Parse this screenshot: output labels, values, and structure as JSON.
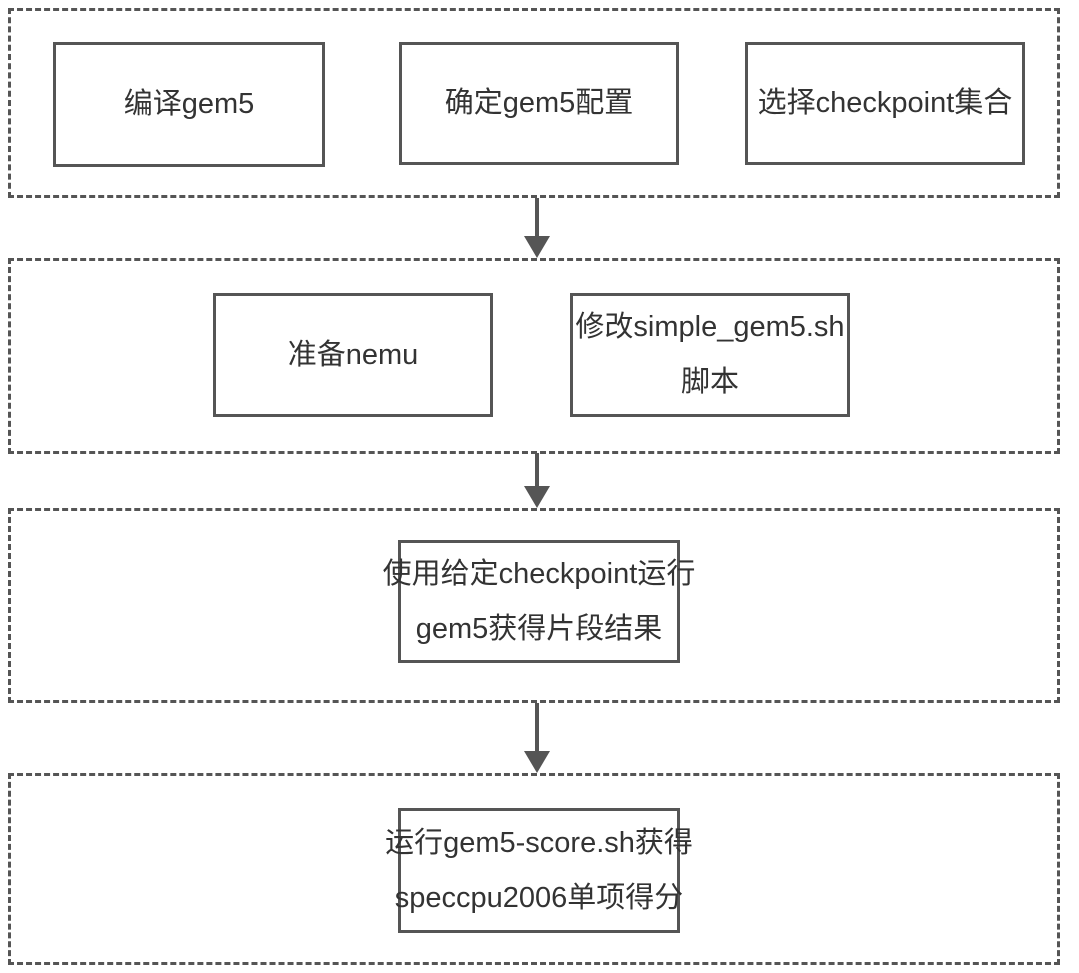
{
  "diagram": {
    "type": "flowchart",
    "background_color": "#ffffff",
    "stage_border_color": "#555555",
    "box_border_color": "#555555",
    "text_color": "#333333",
    "arrow_color": "#555555",
    "rows": [
      {
        "name": "stage-1",
        "boxes": [
          {
            "lines": [
              "编译gem5"
            ]
          },
          {
            "lines": [
              "确定gem5配置"
            ]
          },
          {
            "lines": [
              "选择checkpoint集合"
            ]
          }
        ]
      },
      {
        "name": "stage-2",
        "boxes": [
          {
            "lines": [
              "准备nemu"
            ]
          },
          {
            "lines": [
              "修改simple_gem5.sh",
              "脚本"
            ]
          }
        ]
      },
      {
        "name": "stage-3",
        "boxes": [
          {
            "lines": [
              "使用给定checkpoint运行",
              "gem5获得片段结果"
            ]
          }
        ]
      },
      {
        "name": "stage-4",
        "boxes": [
          {
            "lines": [
              "运行gem5-score.sh获得",
              "speccpu2006单项得分"
            ]
          }
        ]
      }
    ],
    "arrows": [
      {
        "icon": "down-arrow",
        "from": "stage-1",
        "to": "stage-2"
      },
      {
        "icon": "down-arrow",
        "from": "stage-2",
        "to": "stage-3"
      },
      {
        "icon": "down-arrow",
        "from": "stage-3",
        "to": "stage-4"
      }
    ]
  }
}
